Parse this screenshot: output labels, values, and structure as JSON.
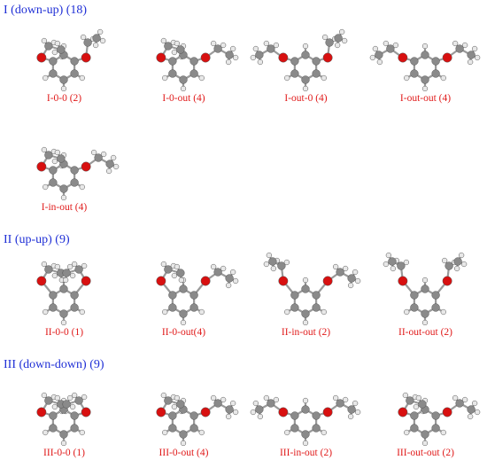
{
  "colors": {
    "title": "#1f2fd6",
    "label": "#e01818",
    "carbon": "#8a8a8a",
    "oxygen": "#d81010",
    "hydrogen": "#e8e8e8"
  },
  "sections": [
    {
      "title": "I (down-up) (18)",
      "panels": [
        {
          "label": "I-0-0 (2)",
          "left": "in",
          "right": "up"
        },
        {
          "label": "I-0-out (4)",
          "left": "in",
          "right": "out"
        },
        {
          "label": "I-out-0 (4)",
          "left": "out",
          "right": "up"
        },
        {
          "label": "I-out-out (4)",
          "left": "out",
          "right": "out"
        },
        {
          "label": "I-in-out (4)",
          "left": "in",
          "right": "out"
        }
      ]
    },
    {
      "title": "II (up-up) (9)",
      "panels": [
        {
          "label": "II-0-0 (1)",
          "left": "in",
          "right": "in"
        },
        {
          "label": "II-0-out(4)",
          "left": "in",
          "right": "out"
        },
        {
          "label": "II-in-out (2)",
          "left": "up",
          "right": "out"
        },
        {
          "label": "II-out-out (2)",
          "left": "up",
          "right": "up"
        }
      ]
    },
    {
      "title": "III (down-down) (9)",
      "panels": [
        {
          "label": "III-0-0 (1)",
          "left": "in",
          "right": "in"
        },
        {
          "label": "III-0-out (4)",
          "left": "in",
          "right": "out"
        },
        {
          "label": "III-in-out (2)",
          "left": "out",
          "right": "out"
        },
        {
          "label": "III-out-out (2)",
          "left": "in",
          "right": "out"
        }
      ]
    }
  ]
}
